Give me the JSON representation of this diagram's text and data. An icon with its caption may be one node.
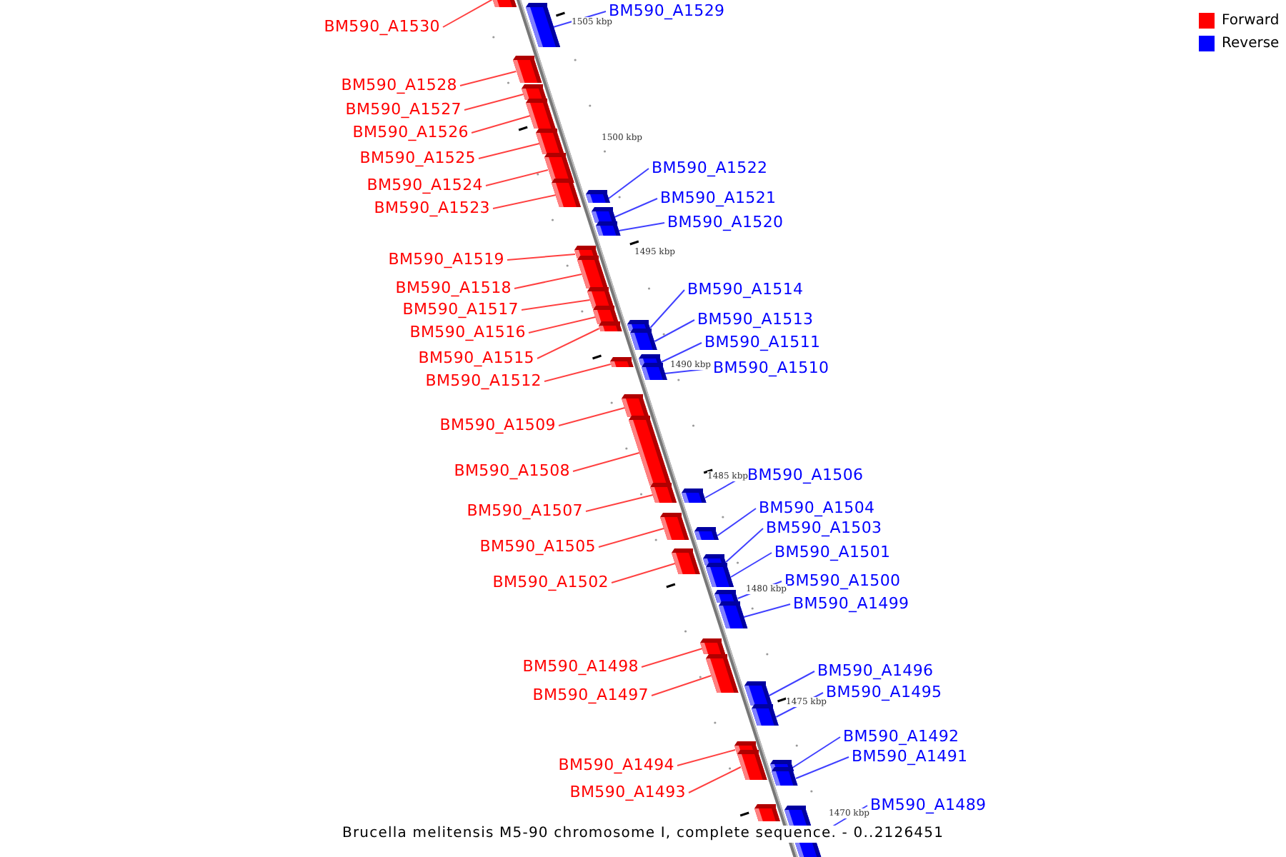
{
  "diagram": {
    "caption": "Brucella melitensis M5-90 chromosome I, complete sequence. - 0..2126451",
    "nodes": [
      {
        "text": [
          "BM590_A1530"
        ]
      },
      {
        "text": [
          "BM590_A1529"
        ]
      },
      {
        "text": [
          "BM590_A1528"
        ]
      },
      {
        "text": [
          "BM590_A1527"
        ]
      },
      {
        "text": [
          "BM590_A1526"
        ]
      },
      {
        "text": [
          "BM590_A1525"
        ]
      },
      {
        "text": [
          "BM590_A1522"
        ]
      },
      {
        "text": [
          "BM590_A1524"
        ]
      },
      {
        "text": [
          "BM590_A1521"
        ]
      },
      {
        "text": [
          "BM590_A1523"
        ]
      },
      {
        "text": [
          "BM590_A1520"
        ]
      },
      {
        "text": [
          "BM590_A1519"
        ]
      },
      {
        "text": [
          "BM590_A1518"
        ]
      },
      {
        "text": [
          "BM590_A1514"
        ]
      },
      {
        "text": [
          "BM590_A1517"
        ]
      },
      {
        "text": [
          "BM590_A1513"
        ]
      },
      {
        "text": [
          "BM590_A1516"
        ]
      },
      {
        "text": [
          "BM590_A1511"
        ]
      },
      {
        "text": [
          "BM590_A1515"
        ]
      },
      {
        "text": [
          "BM590_A1510"
        ]
      },
      {
        "text": [
          "BM590_A1512"
        ]
      },
      {
        "text": [
          "BM590_A1509"
        ]
      },
      {
        "text": [
          "BM590_A1508"
        ]
      },
      {
        "text": [
          "BM590_A1506"
        ]
      },
      {
        "text": [
          "BM590_A1504"
        ]
      },
      {
        "text": [
          "BM590_A1507"
        ]
      },
      {
        "text": [
          "BM590_A1503"
        ]
      },
      {
        "text": [
          "BM590_A1505"
        ]
      },
      {
        "text": [
          "BM590_A1501"
        ]
      },
      {
        "text": [
          "BM590_A1500"
        ]
      },
      {
        "text": [
          "BM590_A1502"
        ]
      },
      {
        "text": [
          "BM590_A1499"
        ]
      },
      {
        "text": [
          "BM590_A1498"
        ]
      },
      {
        "text": [
          "BM590_A1496"
        ]
      },
      {
        "text": [
          "BM590_A1495"
        ]
      },
      {
        "text": [
          "BM590_A1497"
        ]
      },
      {
        "text": [
          "BM590_A1492"
        ]
      },
      {
        "text": [
          "BM590_A1494"
        ]
      },
      {
        "text": [
          "BM590_A1491"
        ]
      },
      {
        "text": [
          "BM590_A1493"
        ]
      },
      {
        "text": [
          "BM590_A1489"
        ]
      },
      {
        "text": [],
        "shape": "box"
      },
      {
        "text": [],
        "shape": "box"
      },
      {
        "text": [],
        "shape": "box"
      },
      {
        "text": [],
        "shape": "box"
      },
      {
        "text": [],
        "shape": "box"
      },
      {
        "text": [],
        "shape": "box"
      },
      {
        "text": [],
        "shape": "box"
      },
      {
        "text": [],
        "shape": "box"
      },
      {
        "text": [],
        "shape": "box"
      },
      {
        "text": [],
        "shape": "box"
      },
      {
        "text": [],
        "shape": "box"
      },
      {
        "text": [],
        "shape": "box"
      },
      {
        "text": [],
        "shape": "box"
      },
      {
        "text": [],
        "shape": "box"
      },
      {
        "text": [],
        "shape": "box"
      },
      {
        "text": [],
        "shape": "box"
      },
      {
        "text": [],
        "shape": "box"
      },
      {
        "text": [],
        "shape": "box"
      },
      {
        "text": [],
        "shape": "box"
      },
      {
        "text": [],
        "shape": "box"
      },
      {
        "text": [],
        "shape": "box"
      },
      {
        "text": [],
        "shape": "box"
      },
      {
        "text": [],
        "shape": "box"
      },
      {
        "text": [],
        "shape": "box"
      },
      {
        "text": [],
        "shape": "box"
      },
      {
        "text": [],
        "shape": "box"
      },
      {
        "text": [],
        "shape": "box"
      },
      {
        "text": [],
        "shape": "box"
      },
      {
        "text": [],
        "shape": "box"
      },
      {
        "text": [],
        "shape": "box"
      },
      {
        "text": [],
        "shape": "box"
      },
      {
        "text": [],
        "shape": "box"
      },
      {
        "text": [],
        "shape": "box"
      },
      {
        "text": [],
        "shape": "box"
      },
      {
        "text": [],
        "shape": "box"
      },
      {
        "text": [],
        "shape": "box"
      },
      {
        "text": [],
        "shape": "box"
      },
      {
        "text": [],
        "shape": "box"
      },
      {
        "text": [],
        "shape": "box"
      },
      {
        "text": [],
        "shape": "box"
      },
      {
        "text": [],
        "shape": "box"
      },
      {
        "text": [],
        "shape": "box"
      }
    ],
    "edges": [
      {
        "from": 0,
        "to": 41,
        "arrow": "none"
      },
      {
        "from": 1,
        "to": 42,
        "arrow": "none",
        "color": "#0000ff"
      },
      {
        "from": 2,
        "to": 43,
        "arrow": "none"
      },
      {
        "from": 3,
        "to": 44,
        "arrow": "none"
      },
      {
        "from": 4,
        "to": 45,
        "arrow": "none"
      },
      {
        "from": 5,
        "to": 46,
        "arrow": "none"
      },
      {
        "from": 6,
        "to": 47,
        "arrow": "none",
        "color": "#0000ff"
      },
      {
        "from": 7,
        "to": 48,
        "arrow": "none"
      },
      {
        "from": 8,
        "to": 49,
        "arrow": "none",
        "color": "#0000ff"
      },
      {
        "from": 9,
        "to": 50,
        "arrow": "none"
      },
      {
        "from": 10,
        "to": 51,
        "arrow": "none",
        "color": "#0000ff"
      },
      {
        "from": 11,
        "to": 52,
        "arrow": "none"
      },
      {
        "from": 12,
        "to": 53,
        "arrow": "none"
      },
      {
        "from": 13,
        "to": 54,
        "arrow": "none",
        "color": "#0000ff"
      },
      {
        "from": 14,
        "to": 55,
        "arrow": "none"
      },
      {
        "from": 15,
        "to": 56,
        "arrow": "none",
        "color": "#0000ff"
      },
      {
        "from": 16,
        "to": 57,
        "arrow": "none"
      },
      {
        "from": 17,
        "to": 58,
        "arrow": "none",
        "color": "#0000ff"
      },
      {
        "from": 18,
        "to": 59,
        "arrow": "none"
      },
      {
        "from": 19,
        "to": 60,
        "arrow": "none",
        "color": "#0000ff"
      },
      {
        "from": 20,
        "to": 61,
        "arrow": "none"
      },
      {
        "from": 21,
        "to": 62,
        "arrow": "none"
      },
      {
        "from": 22,
        "to": 63,
        "arrow": "none"
      },
      {
        "from": 23,
        "to": 64,
        "arrow": "none",
        "color": "#0000ff"
      },
      {
        "from": 24,
        "to": 65,
        "arrow": "none",
        "color": "#0000ff"
      },
      {
        "from": 25,
        "to": 66,
        "arrow": "none"
      },
      {
        "from": 26,
        "to": 67,
        "arrow": "none",
        "color": "#0000ff"
      },
      {
        "from": 27,
        "to": 68,
        "arrow": "none"
      },
      {
        "from": 28,
        "to": 69,
        "arrow": "none",
        "color": "#0000ff"
      },
      {
        "from": 29,
        "to": 70,
        "arrow": "none",
        "color": "#0000ff"
      },
      {
        "from": 30,
        "to": 71,
        "arrow": "none"
      },
      {
        "from": 31,
        "to": 72,
        "arrow": "none",
        "color": "#0000ff"
      },
      {
        "from": 32,
        "to": 73,
        "arrow": "none"
      },
      {
        "from": 33,
        "to": 74,
        "arrow": "none",
        "color": "#0000ff"
      },
      {
        "from": 34,
        "to": 75,
        "arrow": "none",
        "color": "#0000ff"
      },
      {
        "from": 35,
        "to": 76,
        "arrow": "none"
      },
      {
        "from": 36,
        "to": 77,
        "arrow": "none",
        "color": "#0000ff"
      },
      {
        "from": 37,
        "to": 78,
        "arrow": "none"
      },
      {
        "from": 38,
        "to": 79,
        "arrow": "none",
        "color": "#0000ff"
      },
      {
        "from": 39,
        "to": 80,
        "arrow": "none"
      },
      {
        "from": 40,
        "to": 81,
        "arrow": "none",
        "color": "#0000ff"
      }
    ],
    "labels": [
      "1505 kbp",
      "1500 kbp",
      "1495 kbp",
      "1490 kbp",
      "1485 kbp",
      "1480 kbp",
      "1475 kbp",
      "1470 kbp"
    ],
    "legend": [
      {
        "text": "Forward",
        "color": "#ff0000"
      },
      {
        "text": "Reverse",
        "color": "#0000ff"
      }
    ]
  }
}
